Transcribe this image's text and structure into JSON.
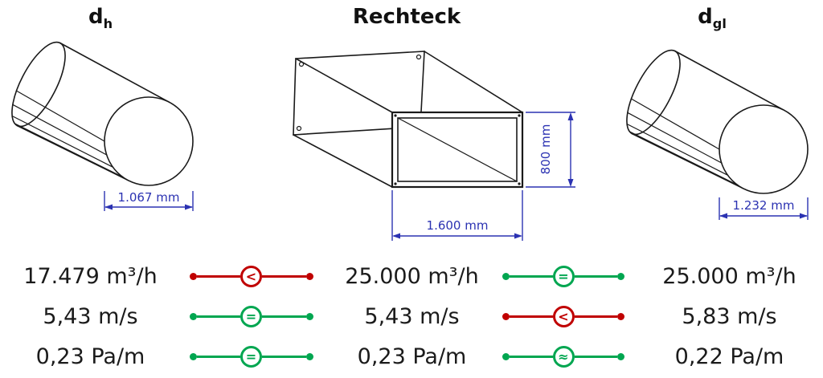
{
  "titles": {
    "left_base": "d",
    "left_sub": "h",
    "center": "Rechteck",
    "right_base": "d",
    "right_sub": "gl"
  },
  "dimensions": {
    "left_diameter": "1.067 mm",
    "rect_width": "1.600 mm",
    "rect_height": "800 mm",
    "right_diameter": "1.232 mm"
  },
  "colors": {
    "dimension_blue": "#2b32b2",
    "relation_red": "#c00000",
    "relation_green": "#00a650"
  },
  "rows": [
    {
      "left_value": "17.479 m³/h",
      "op_left": {
        "symbol": "<",
        "color": "#c00000"
      },
      "center_value": "25.000 m³/h",
      "op_right": {
        "symbol": "=",
        "color": "#00a650"
      },
      "right_value": "25.000 m³/h"
    },
    {
      "left_value": "5,43 m/s",
      "op_left": {
        "symbol": "=",
        "color": "#00a650"
      },
      "center_value": "5,43 m/s",
      "op_right": {
        "symbol": "<",
        "color": "#c00000"
      },
      "right_value": "5,83 m/s"
    },
    {
      "left_value": "0,23 Pa/m",
      "op_left": {
        "symbol": "=",
        "color": "#00a650"
      },
      "center_value": "0,23 Pa/m",
      "op_right": {
        "symbol": "≈",
        "color": "#00a650"
      },
      "right_value": "0,22 Pa/m"
    }
  ]
}
